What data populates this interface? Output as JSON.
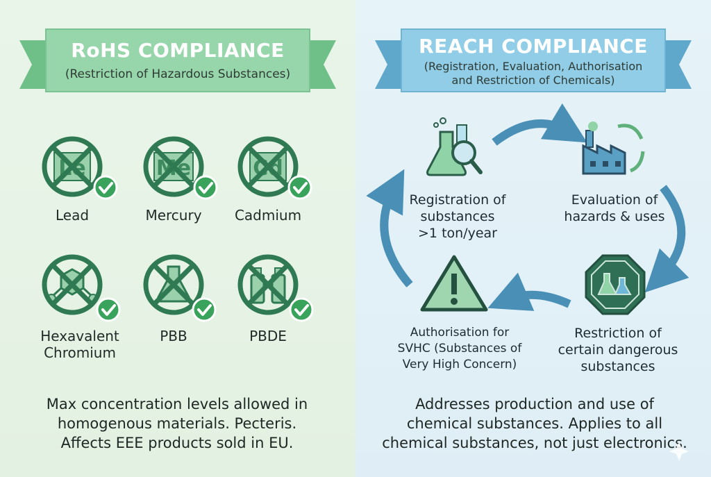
{
  "rohs": {
    "title": "RoHS COMPLIANCE",
    "subtitle": "(Restriction of Hazardous Substances)",
    "substances": [
      {
        "symbol": "Le",
        "label": "Lead"
      },
      {
        "symbol": "Me",
        "label": "Mercury"
      },
      {
        "symbol": "Cd",
        "label": "Cadmium"
      },
      {
        "symbol": "",
        "label": "Hexavalent Chromium"
      },
      {
        "symbol": "",
        "label": "PBB"
      },
      {
        "symbol": "",
        "label": "PBDE"
      }
    ],
    "note_lines": [
      "Max concentration levels allowed in",
      "homogenous materials. Pecteris.",
      "Affects EEE products sold in EU."
    ]
  },
  "reach": {
    "title": "REACH COMPLIANCE",
    "subtitle_lines": [
      "(Registration, Evaluation, Authorisation",
      "and Restriction of Chemicals)"
    ],
    "steps": [
      {
        "lines": [
          "Registration of",
          "substances",
          ">1 ton/year"
        ],
        "icon": "flask-magnifier-icon"
      },
      {
        "lines": [
          "Evaluation of",
          "hazards & uses"
        ],
        "icon": "factory-icon"
      },
      {
        "lines": [
          "Restriction of",
          "certain dangerous",
          "substances"
        ],
        "icon": "octagon-flasks-icon"
      },
      {
        "lines": [
          "Authorisation for",
          "SVHC (Substances of",
          "Very High Concern)"
        ],
        "icon": "warning-triangle-icon"
      }
    ],
    "note_lines": [
      "Addresses production and use of",
      "chemical substances. Applies to all",
      "chemical substances, not just electronics."
    ]
  },
  "colors": {
    "rohs_green": "#2f7a52",
    "rohs_banner": "#8fd0a3",
    "check_green": "#3aa35b",
    "reach_blue": "#4a8fb6",
    "reach_banner": "#8ccbe6"
  }
}
